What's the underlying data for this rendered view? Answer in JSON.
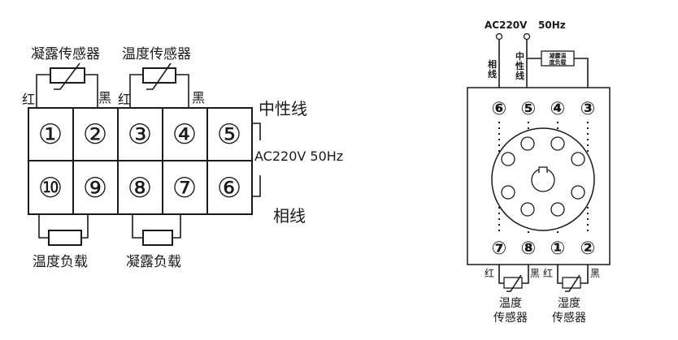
{
  "left": {
    "sensor1": "凝露传感器",
    "sensor2": "温度传感器",
    "red1": "红",
    "black1": "黑",
    "red2": "红",
    "black2": "黑",
    "neutral": "中性线",
    "power": "AC220V 50Hz",
    "phase": "相线",
    "load1": "温度负载",
    "load2": "凝露负载",
    "top_pins": [
      "①",
      "②",
      "③",
      "④",
      "⑤"
    ],
    "bottom_pins": [
      "⑩",
      "⑨",
      "⑧",
      "⑦",
      "⑥"
    ]
  },
  "right": {
    "ac": "AC220V",
    "hz": "50Hz",
    "phase": "相线",
    "neutral": "中性线",
    "load": "凝露温度负载",
    "top_pins": [
      "⑥",
      "⑤",
      "④",
      "③"
    ],
    "bottom_pins": [
      "⑦",
      "⑧",
      "①",
      "②"
    ],
    "red1": "红",
    "black1": "黑",
    "red2": "红",
    "black2": "黑",
    "sensor1_line1": "温度",
    "sensor1_line2": "传感器",
    "sensor2_line1": "湿度",
    "sensor2_line2": "传感器"
  }
}
